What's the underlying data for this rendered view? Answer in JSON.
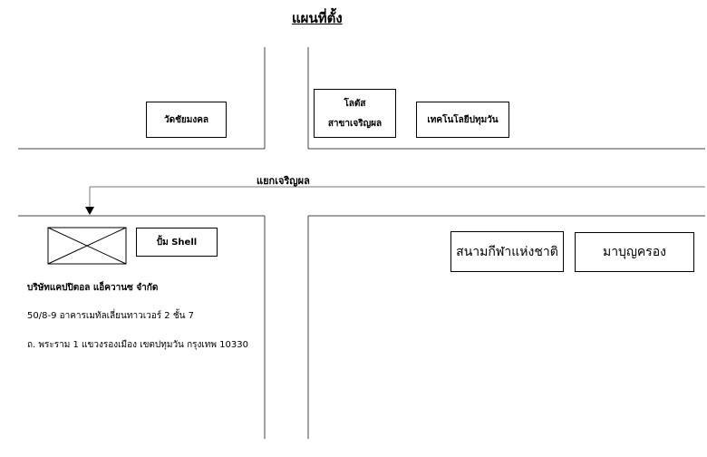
{
  "title": "แผนที่ตั้ง",
  "junction_label": "แยกเจริญผล",
  "landmarks": {
    "wat": "วัดชัยมงคล",
    "lotus_line1": "โลตัส",
    "lotus_line2": "สาขาเจริญผล",
    "tech": "เทคโนโลยีปทุมวัน",
    "shell": "ปั้ม Shell",
    "stadium": "สนามกีฬาแห่งชาติ",
    "mbk": "มาบุญครอง"
  },
  "company": {
    "name": "บริษัทแคปปิตอล แอ็ควานซ  จำกัด",
    "address_line1": "50/8-9 อาคารเมทัลเลี่ยนทาวเวอร์ 2 ชั้น 7",
    "address_line2": "ถ. พระราม 1 แขวงรองเมือง เขตปทุมวัน กรุงเทพ 10330"
  }
}
